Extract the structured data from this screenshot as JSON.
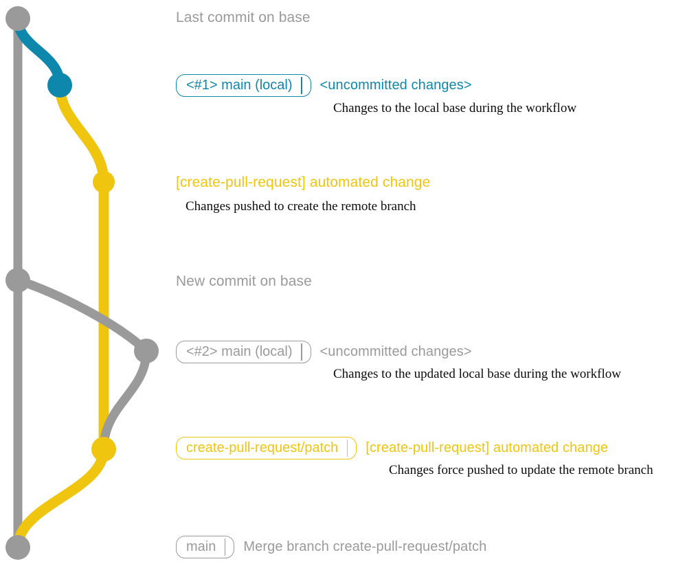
{
  "diagram": {
    "title": "git commit graph for create-pull-request workflow",
    "colors": {
      "base": "#9a9a9a",
      "local": "#0e87ac",
      "remote": "#efc510",
      "text": "#0c0c0c"
    },
    "rows": [
      {
        "id": "last-commit-on-base",
        "badge": null,
        "message": "Last commit on base",
        "message_color": "#9a9a9a",
        "subtitle": null,
        "node_color": "#9a9a9a",
        "lane": "base"
      },
      {
        "id": "local-change-1",
        "badge": "<#1> main (local)",
        "badge_color": "#0e87ac",
        "message": "<uncommitted changes>",
        "message_color": "#0e87ac",
        "subtitle": "Changes to the local base during the workflow",
        "node_color": "#0e87ac",
        "lane": "local"
      },
      {
        "id": "automated-change-1",
        "badge": null,
        "message": "[create-pull-request] automated change",
        "message_color": "#efc510",
        "subtitle": "Changes pushed to create the remote branch",
        "node_color": "#efc510",
        "lane": "remote"
      },
      {
        "id": "new-commit-on-base",
        "badge": null,
        "message": "New commit on base",
        "message_color": "#9a9a9a",
        "subtitle": null,
        "node_color": "#9a9a9a",
        "lane": "base"
      },
      {
        "id": "local-change-2",
        "badge": "<#2> main (local)",
        "badge_color": "#9a9a9a",
        "message": "<uncommitted changes>",
        "message_color": "#9a9a9a",
        "subtitle": "Changes to the updated local base during the workflow",
        "node_color": "#9a9a9a",
        "lane": "local2"
      },
      {
        "id": "automated-change-2",
        "badge": "create-pull-request/patch",
        "badge_color": "#efc510",
        "message": "[create-pull-request] automated change",
        "message_color": "#efc510",
        "subtitle": "Changes force pushed to update the remote branch",
        "node_color": "#efc510",
        "lane": "remote"
      },
      {
        "id": "merge-commit",
        "badge": "main",
        "badge_color": "#9a9a9a",
        "message": "Merge branch create-pull-request/patch",
        "message_color": "#9a9a9a",
        "subtitle": null,
        "node_color": "#9a9a9a",
        "lane": "base"
      }
    ]
  }
}
